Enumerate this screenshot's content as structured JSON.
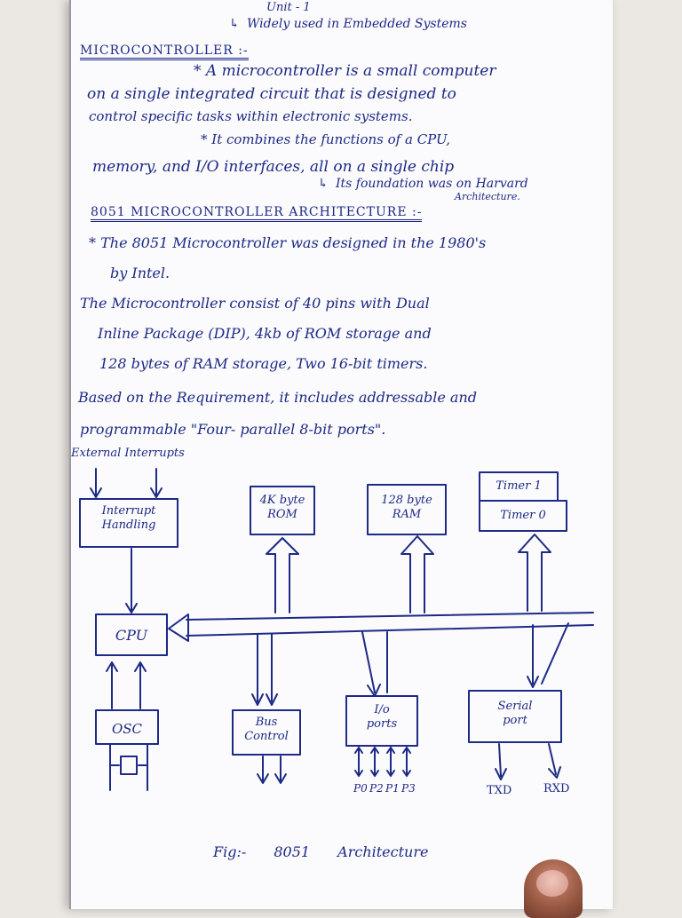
{
  "header": {
    "unit": "Unit - 1",
    "note": "Widely used in Embedded Systems"
  },
  "section1": {
    "heading": "MICROCONTROLLER :-",
    "para1": [
      "* A microcontroller is a small computer",
      "on a single integrated circuit that is designed to",
      "control specific tasks within electronic systems."
    ],
    "para2": [
      "* It combines the functions of a CPU,",
      "memory, and I/O interfaces, all on a single chip"
    ],
    "foundation_note": [
      "Its foundation was on Harvard",
      "Architecture."
    ]
  },
  "section2": {
    "heading": "8051 MICROCONTROLLER ARCHITECTURE :-",
    "lines": [
      "* The 8051 Microcontroller was designed in the 1980's",
      "by Intel.",
      "The Microcontroller consist of 40 pins with Dual",
      "Inline Package (DIP), 4kb of ROM storage and",
      "128 bytes of RAM storage, Two 16-bit timers.",
      "Based on the Requirement, it includes addressable and",
      "programmable \"Four- parallel 8-bit ports\"."
    ]
  },
  "diagram": {
    "external_interrupts": "External Interrupts",
    "interrupt": [
      "Interrupt",
      "Handling"
    ],
    "rom": [
      "4K byte",
      "ROM"
    ],
    "ram": [
      "128 byte",
      "RAM"
    ],
    "timer1": "Timer 1",
    "timer0": "Timer 0",
    "cpu": "CPU",
    "osc": "OSC",
    "bus_control": [
      "Bus",
      "Control"
    ],
    "io_ports": [
      "I/o",
      "ports"
    ],
    "serial_port": [
      "Serial",
      "port"
    ],
    "port_labels": [
      "P0",
      "P2",
      "P1",
      "P3"
    ],
    "txd": "TXD",
    "rxd": "RXD",
    "caption": "Fig:- 8051 Architecture"
  },
  "colors": {
    "ink": "#1d2a86",
    "paper": "#fbfafc"
  }
}
